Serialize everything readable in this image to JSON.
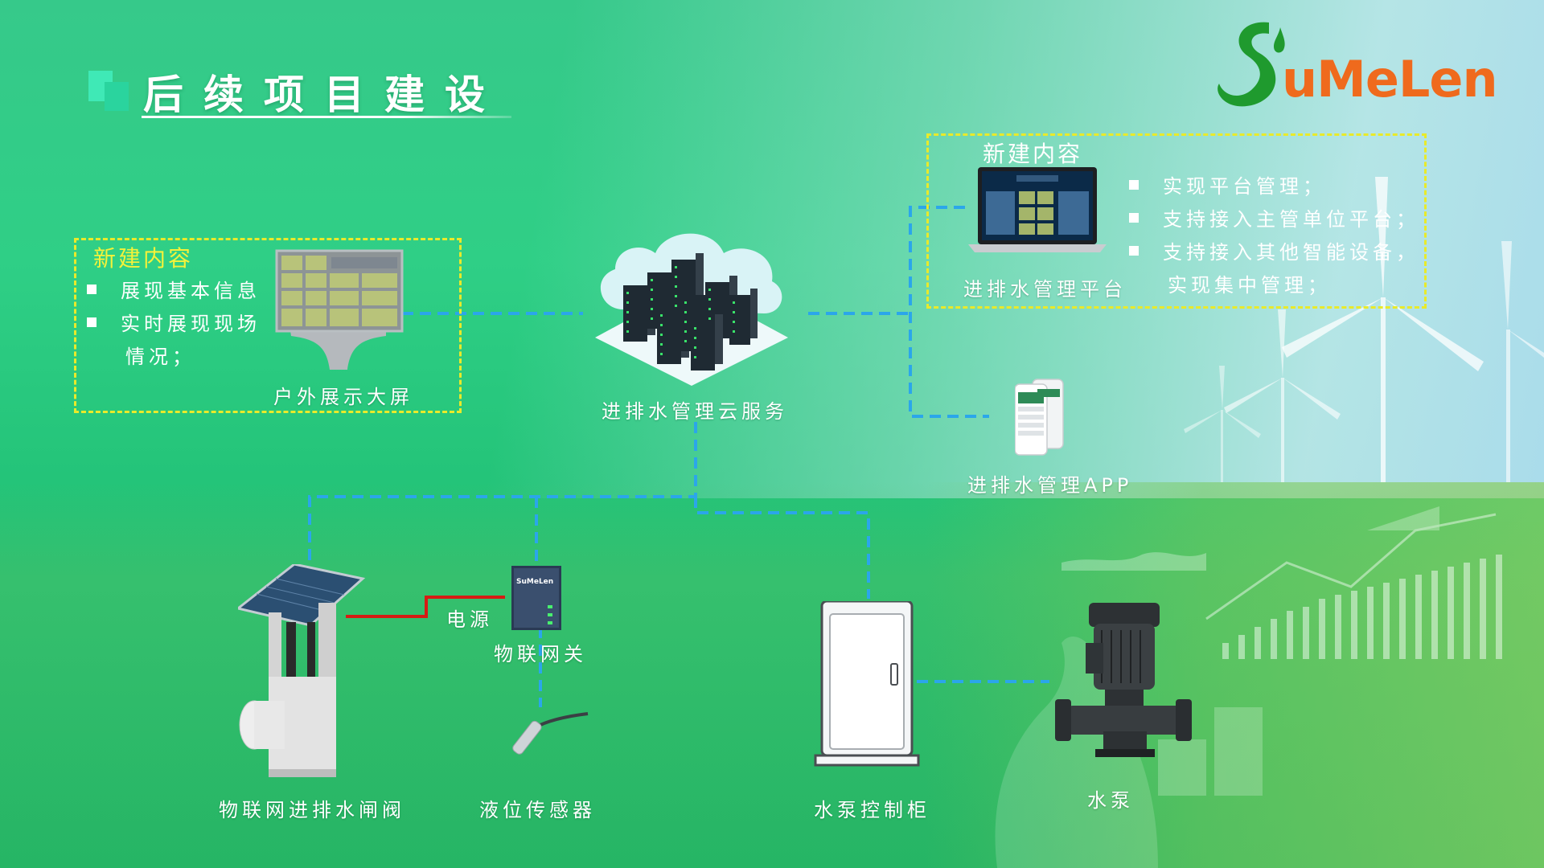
{
  "page_title": "后续项目建设",
  "logo": {
    "text": "uMeLen",
    "green": "#1f9a2e",
    "orange": "#ef6a1d"
  },
  "colors": {
    "connector_blue": "#2ba6ea",
    "power_red": "#d61c14",
    "dashed_box": "#e9ea2a",
    "box_title": "#f4f23a"
  },
  "left_box": {
    "title": "新建内容",
    "bullets": [
      "展现基本信息",
      "实时展现现场"
    ],
    "bullet_continuation": "情况；",
    "device_label": "户外展示大屏"
  },
  "cloud": {
    "label": "进排水管理云服务"
  },
  "right_box": {
    "title": "新建内容",
    "bullets": [
      "实现平台管理；",
      "支持接入主管单位平台；",
      "支持接入其他智能设备，"
    ],
    "bullet_continuation": "实现集中管理；",
    "device_label": "进排水管理平台"
  },
  "app": {
    "label": "进排水管理APP"
  },
  "gateway": {
    "label": "物联网关",
    "brand": "SuMeLen"
  },
  "power": {
    "label": "电源"
  },
  "gate": {
    "label": "物联网进排水闸阀"
  },
  "sensor": {
    "label": "液位传感器"
  },
  "cabinet": {
    "label": "水泵控制柜"
  },
  "pump": {
    "label": "水泵"
  }
}
